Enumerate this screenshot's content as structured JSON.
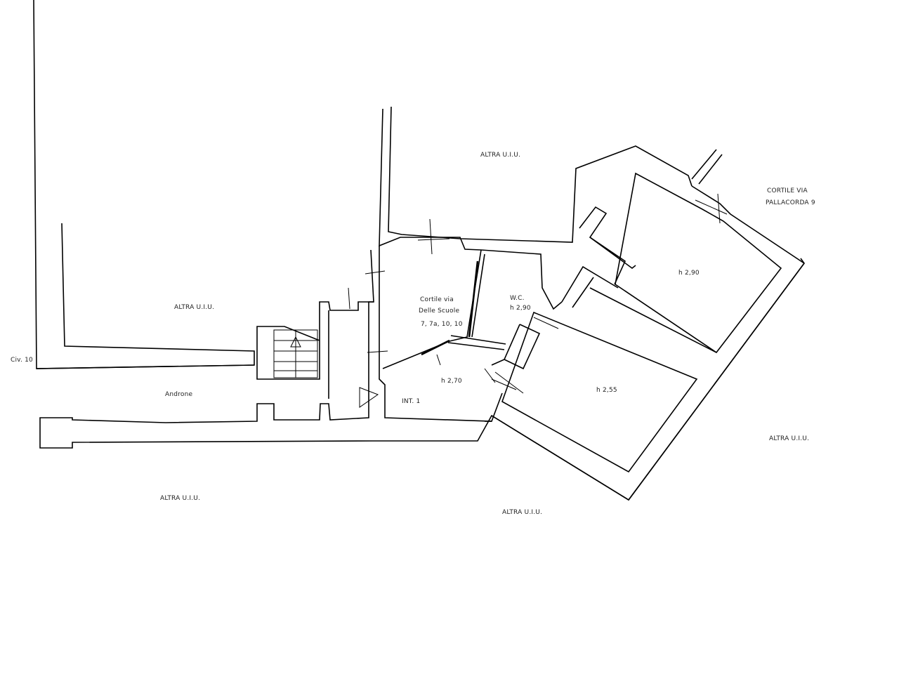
{
  "labels": {
    "altra_top": "ALTRA U.I.U.",
    "altra_left": "ALTRA U.I.U.",
    "altra_bottom_left": "ALTRA U.I.U.",
    "altra_bottom_center": "ALTRA U.I.U.",
    "altra_right": "ALTRA U.I.U.",
    "cortile_via_line1": "CORTILE VIA",
    "cortile_via_line2": "PALLACORDA 9",
    "civ": "Civ. 10",
    "androne": "Androne",
    "cortile_center_line1": "Cortile via",
    "cortile_center_line2": "Delle Scuole",
    "cortile_center_line3": "7, 7a, 10, 10",
    "wc": "W.C.",
    "wc_height": "h 2,90",
    "room_small_height": "h 2,70",
    "int": "INT. 1",
    "room_big_height": "h 2,55",
    "room_top_right_height": "h 2,90"
  }
}
